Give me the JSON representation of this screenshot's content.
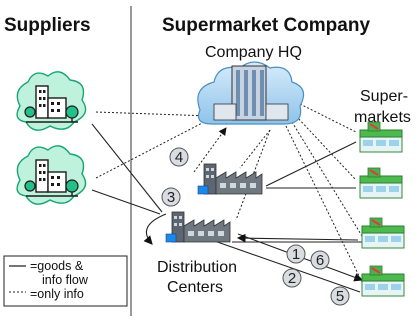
{
  "headings": {
    "suppliers": "Suppliers",
    "company": "Supermarket Company"
  },
  "labels": {
    "company_hq": "Company HQ",
    "supermarkets_line1": "Super-",
    "supermarkets_line2": "markets",
    "distribution_line1": "Distribution",
    "distribution_line2": "Centers"
  },
  "steps": [
    "1",
    "2",
    "3",
    "4",
    "5",
    "6"
  ],
  "legend": {
    "goods_line1": "=goods &",
    "goods_line2": "info flow",
    "info_line": "=only info"
  },
  "colors": {
    "supplier_icon": "#22c08a",
    "cloud": "#a8d4f2",
    "store_roof": "#4cba4c",
    "store_wall": "#e8f4f8",
    "factory": "#6f7780"
  }
}
